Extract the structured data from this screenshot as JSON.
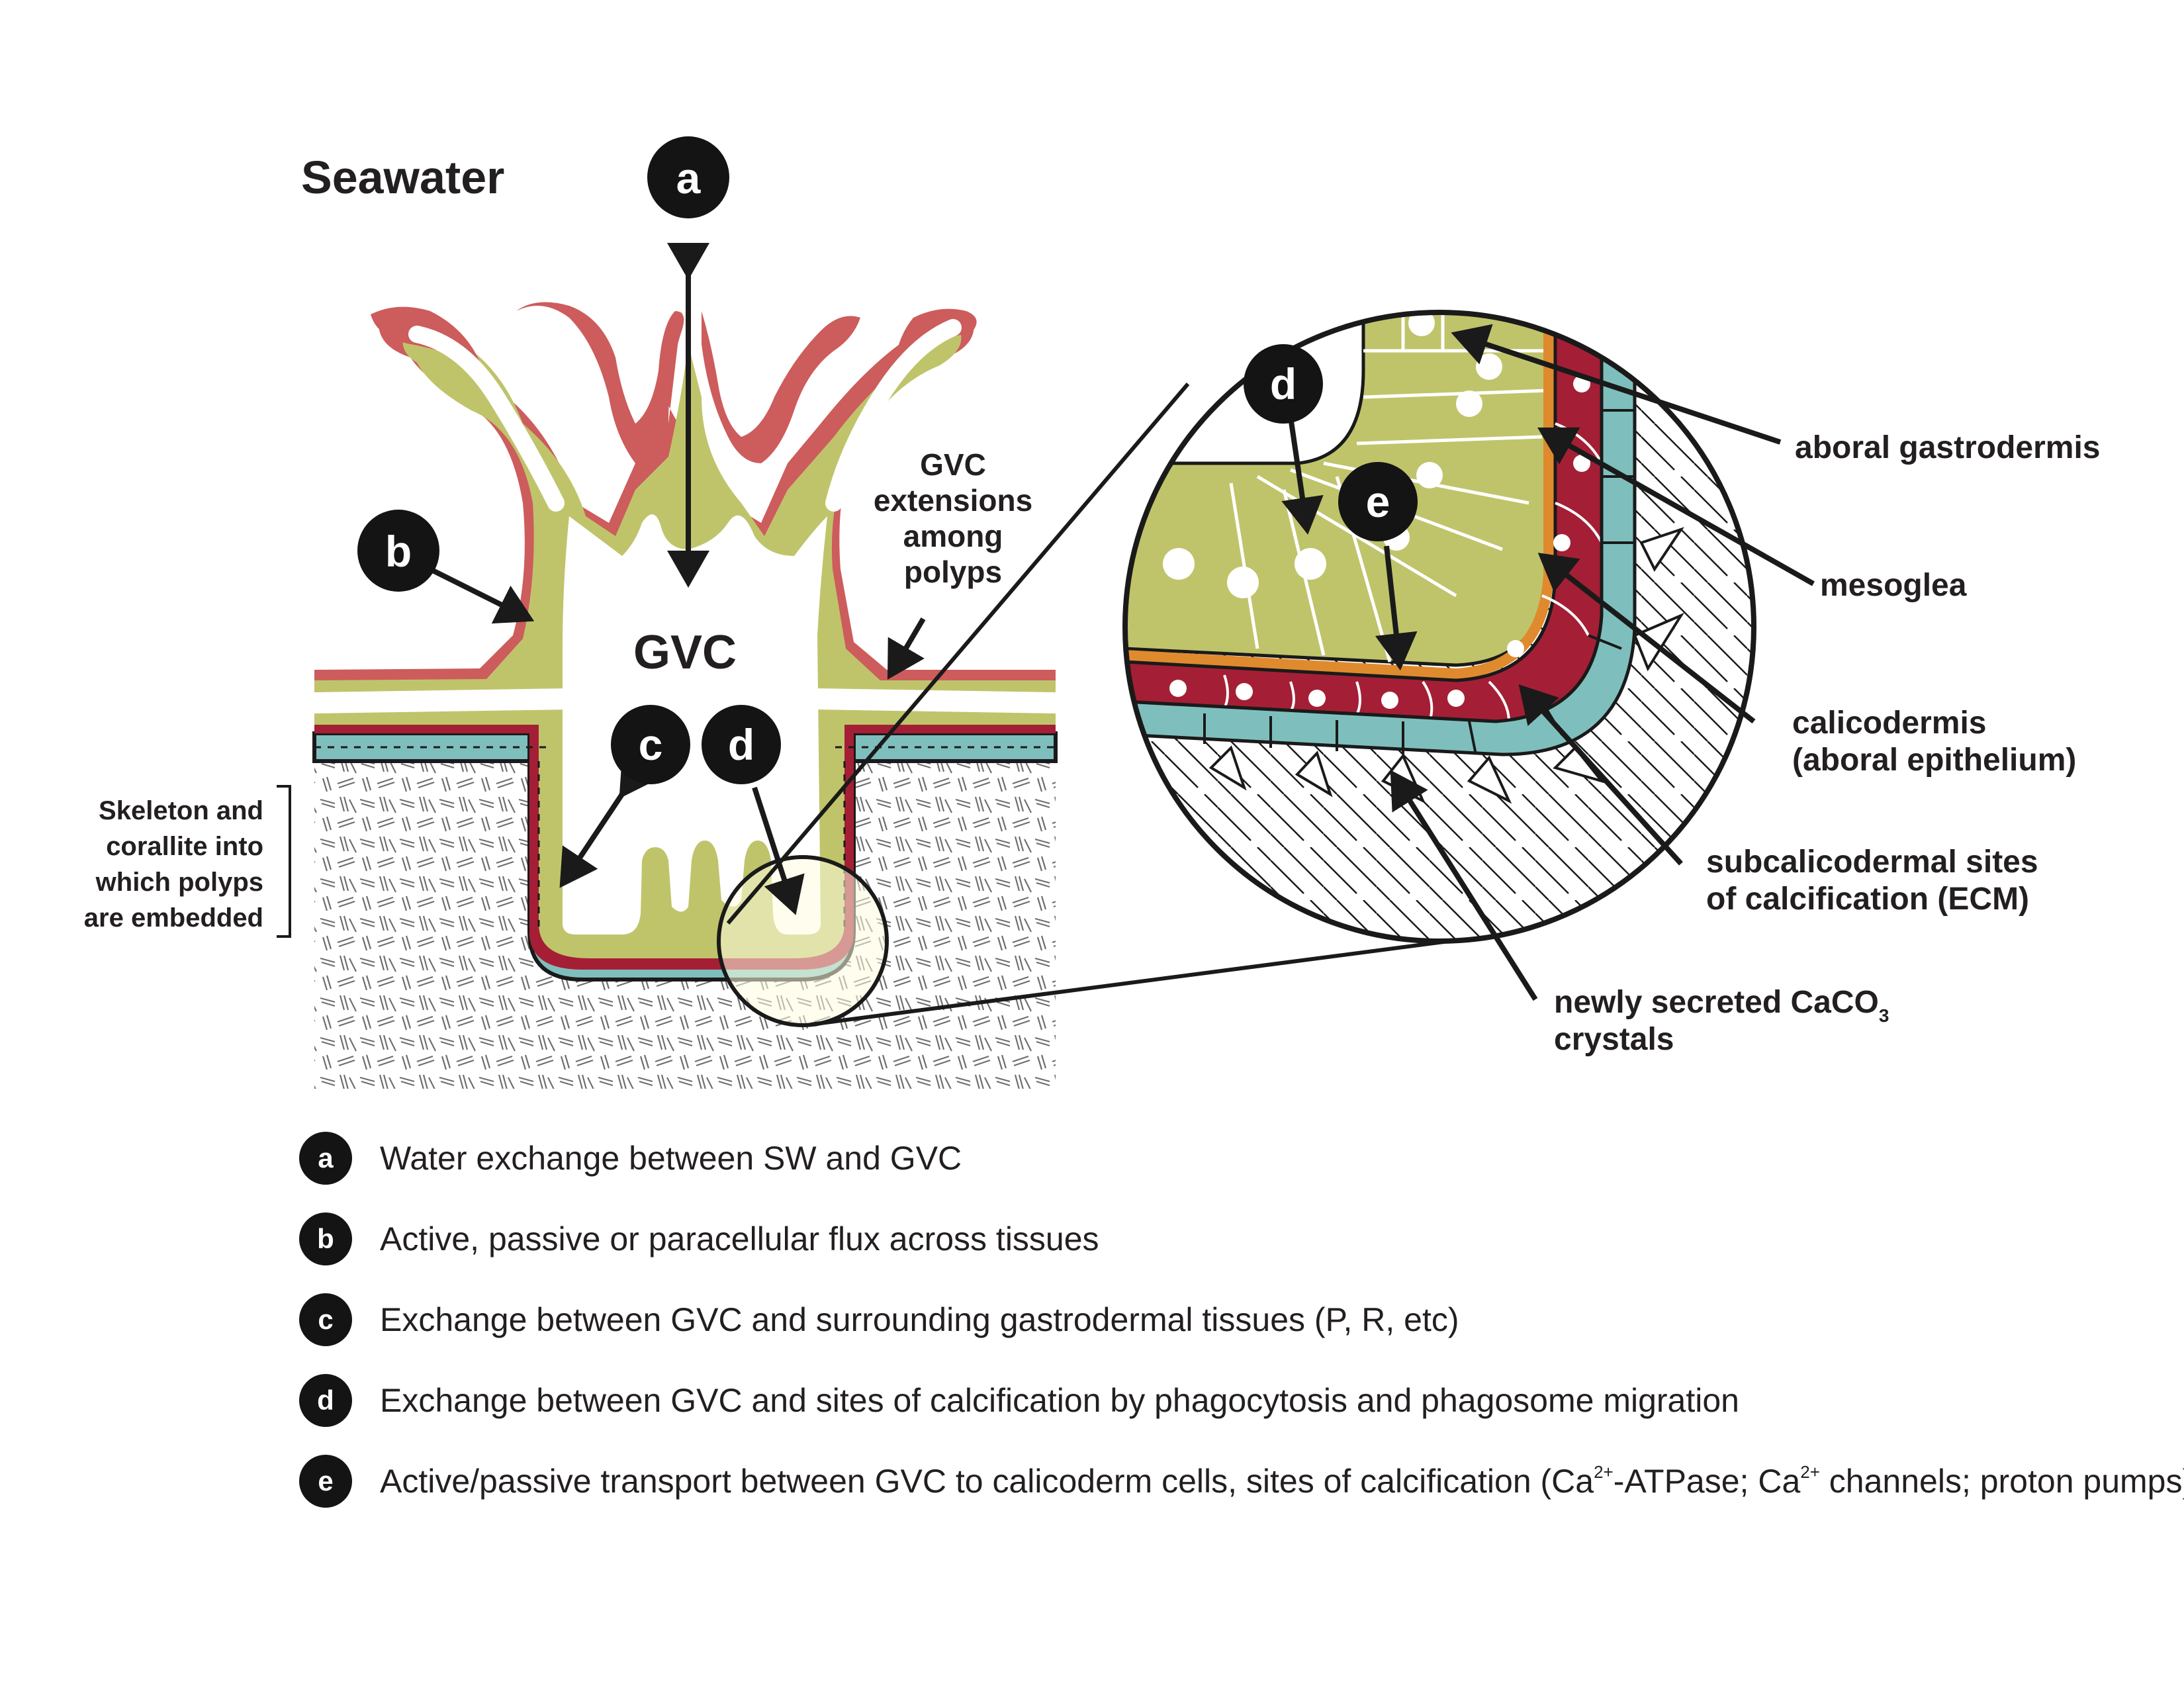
{
  "colors": {
    "tentacle": "#cd5c5c",
    "gastrodermis": "#bfc46b",
    "mesoglea": "#e08a2e",
    "calicodermis": "#a41f35",
    "ecm": "#7ebfbd",
    "ink": "#1a1a1a"
  },
  "labels": {
    "seawater": "Seawater",
    "gvc": "GVC",
    "gvc_extensions": [
      "GVC",
      "extensions",
      "among",
      "polyps"
    ],
    "skeleton": [
      "Skeleton and",
      "corallite into",
      "which polyps",
      "are embedded"
    ],
    "aboral_gastrodermis": "aboral gastrodermis",
    "mesoglea": "mesoglea",
    "calicodermis": [
      "calicodermis",
      "(aboral epithelium)"
    ],
    "subcalicodermal": [
      "subcalicodermal sites",
      "of calcification (ECM)"
    ],
    "crystals_line1": "newly secreted CaCO",
    "crystals_sub": "3",
    "crystals_line2": "crystals"
  },
  "badges": {
    "a": "a",
    "b": "b",
    "c": "c",
    "d": "d",
    "e": "e"
  },
  "legend": [
    {
      "badge": "a",
      "text": "Water exchange between SW and GVC"
    },
    {
      "badge": "b",
      "text": "Active, passive or paracellular flux across tissues"
    },
    {
      "badge": "c",
      "text": "Exchange between GVC and surrounding gastrodermal tissues (P, R, etc)"
    },
    {
      "badge": "d",
      "text": "Exchange between GVC and sites of calcification by phagocytosis and phagosome migration"
    },
    {
      "badge": "e",
      "text_parts": [
        "Active/passive transport between GVC to calicoderm cells, sites of calcification (Ca",
        "2+",
        "-ATPase; Ca",
        "2+",
        " channels; proton pumps)"
      ]
    }
  ]
}
